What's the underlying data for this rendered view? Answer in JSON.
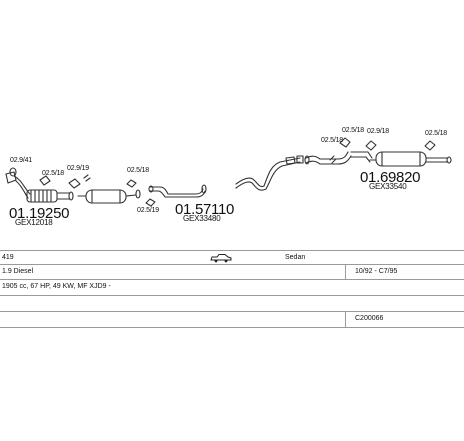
{
  "parts": {
    "p1": {
      "number": "01.19250",
      "code": "GEX12018"
    },
    "p2": {
      "number": "01.57110",
      "code": "GEX33480"
    },
    "p3": {
      "number": "01.69820",
      "code": "GEX33540"
    }
  },
  "small_labels": {
    "a": "02.9/41",
    "b": "02.5/18",
    "c": "02.9/19",
    "d": "02.5/18",
    "e": "02.5/19",
    "f": "02.5/18",
    "g": "02.9/18",
    "h": "02.5/18",
    "i": "02.5/18"
  },
  "info": {
    "model": "419",
    "body": "Sedan",
    "engine": "1.9 Diesel",
    "years": "10/92 - C7/95",
    "specs": "1905 cc, 67 HP, 49 KW, MF XJD9 -",
    "catalog": "C200066"
  },
  "icons": {
    "car": "car-icon"
  }
}
